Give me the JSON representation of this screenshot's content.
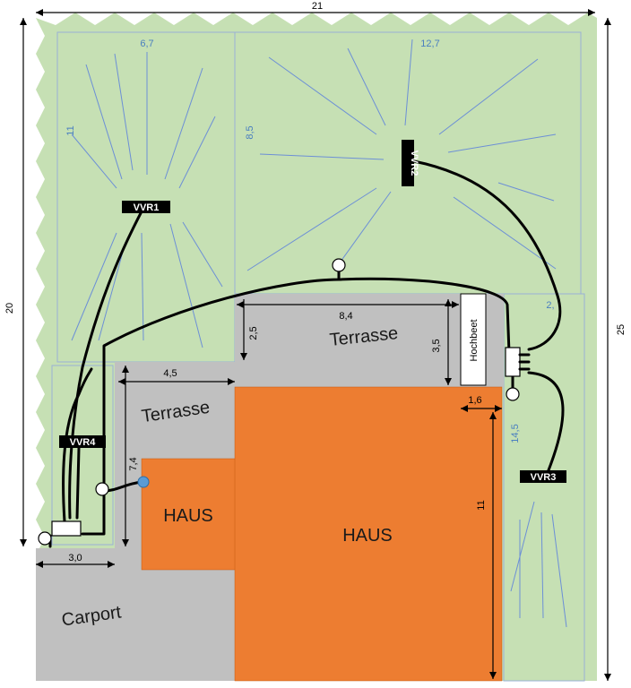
{
  "colors": {
    "lawn": "#c6e0b4",
    "paving": "#c0c0c0",
    "house": "#ed7d31",
    "zone_outline": "#9ab0d6",
    "zone_label": "#4a7fc0",
    "pipe": "#000000",
    "valve_box": "#000000",
    "connector_dot": "#5b9bd5"
  },
  "dimensions": {
    "width_total": "21",
    "height_left": "20",
    "height_right": "25",
    "terrace_top_width": "8,4",
    "terrace_top_depth": "2,5",
    "terrace_top_depth2": "3,5",
    "terrace_left_width": "4,5",
    "terrace_left_depth": "7,4",
    "carport_width": "3,0",
    "house_gap": "1,6",
    "house_height": "11"
  },
  "zones": {
    "z1_width": "6,7",
    "z1_height": "11",
    "z2_width": "12,7",
    "z2_height": "8,5",
    "z3_width": "2,",
    "z3_height": "14,5"
  },
  "valves": {
    "v1": "VVR1",
    "v2": "VVR2",
    "v3": "VVR3",
    "v4": "VVR4"
  },
  "areas": {
    "terrace_top": "Terrasse",
    "terrace_left": "Terrasse",
    "house_small": "HAUS",
    "house_main": "HAUS",
    "carport": "Carport",
    "raised_bed": "Hochbeet"
  }
}
